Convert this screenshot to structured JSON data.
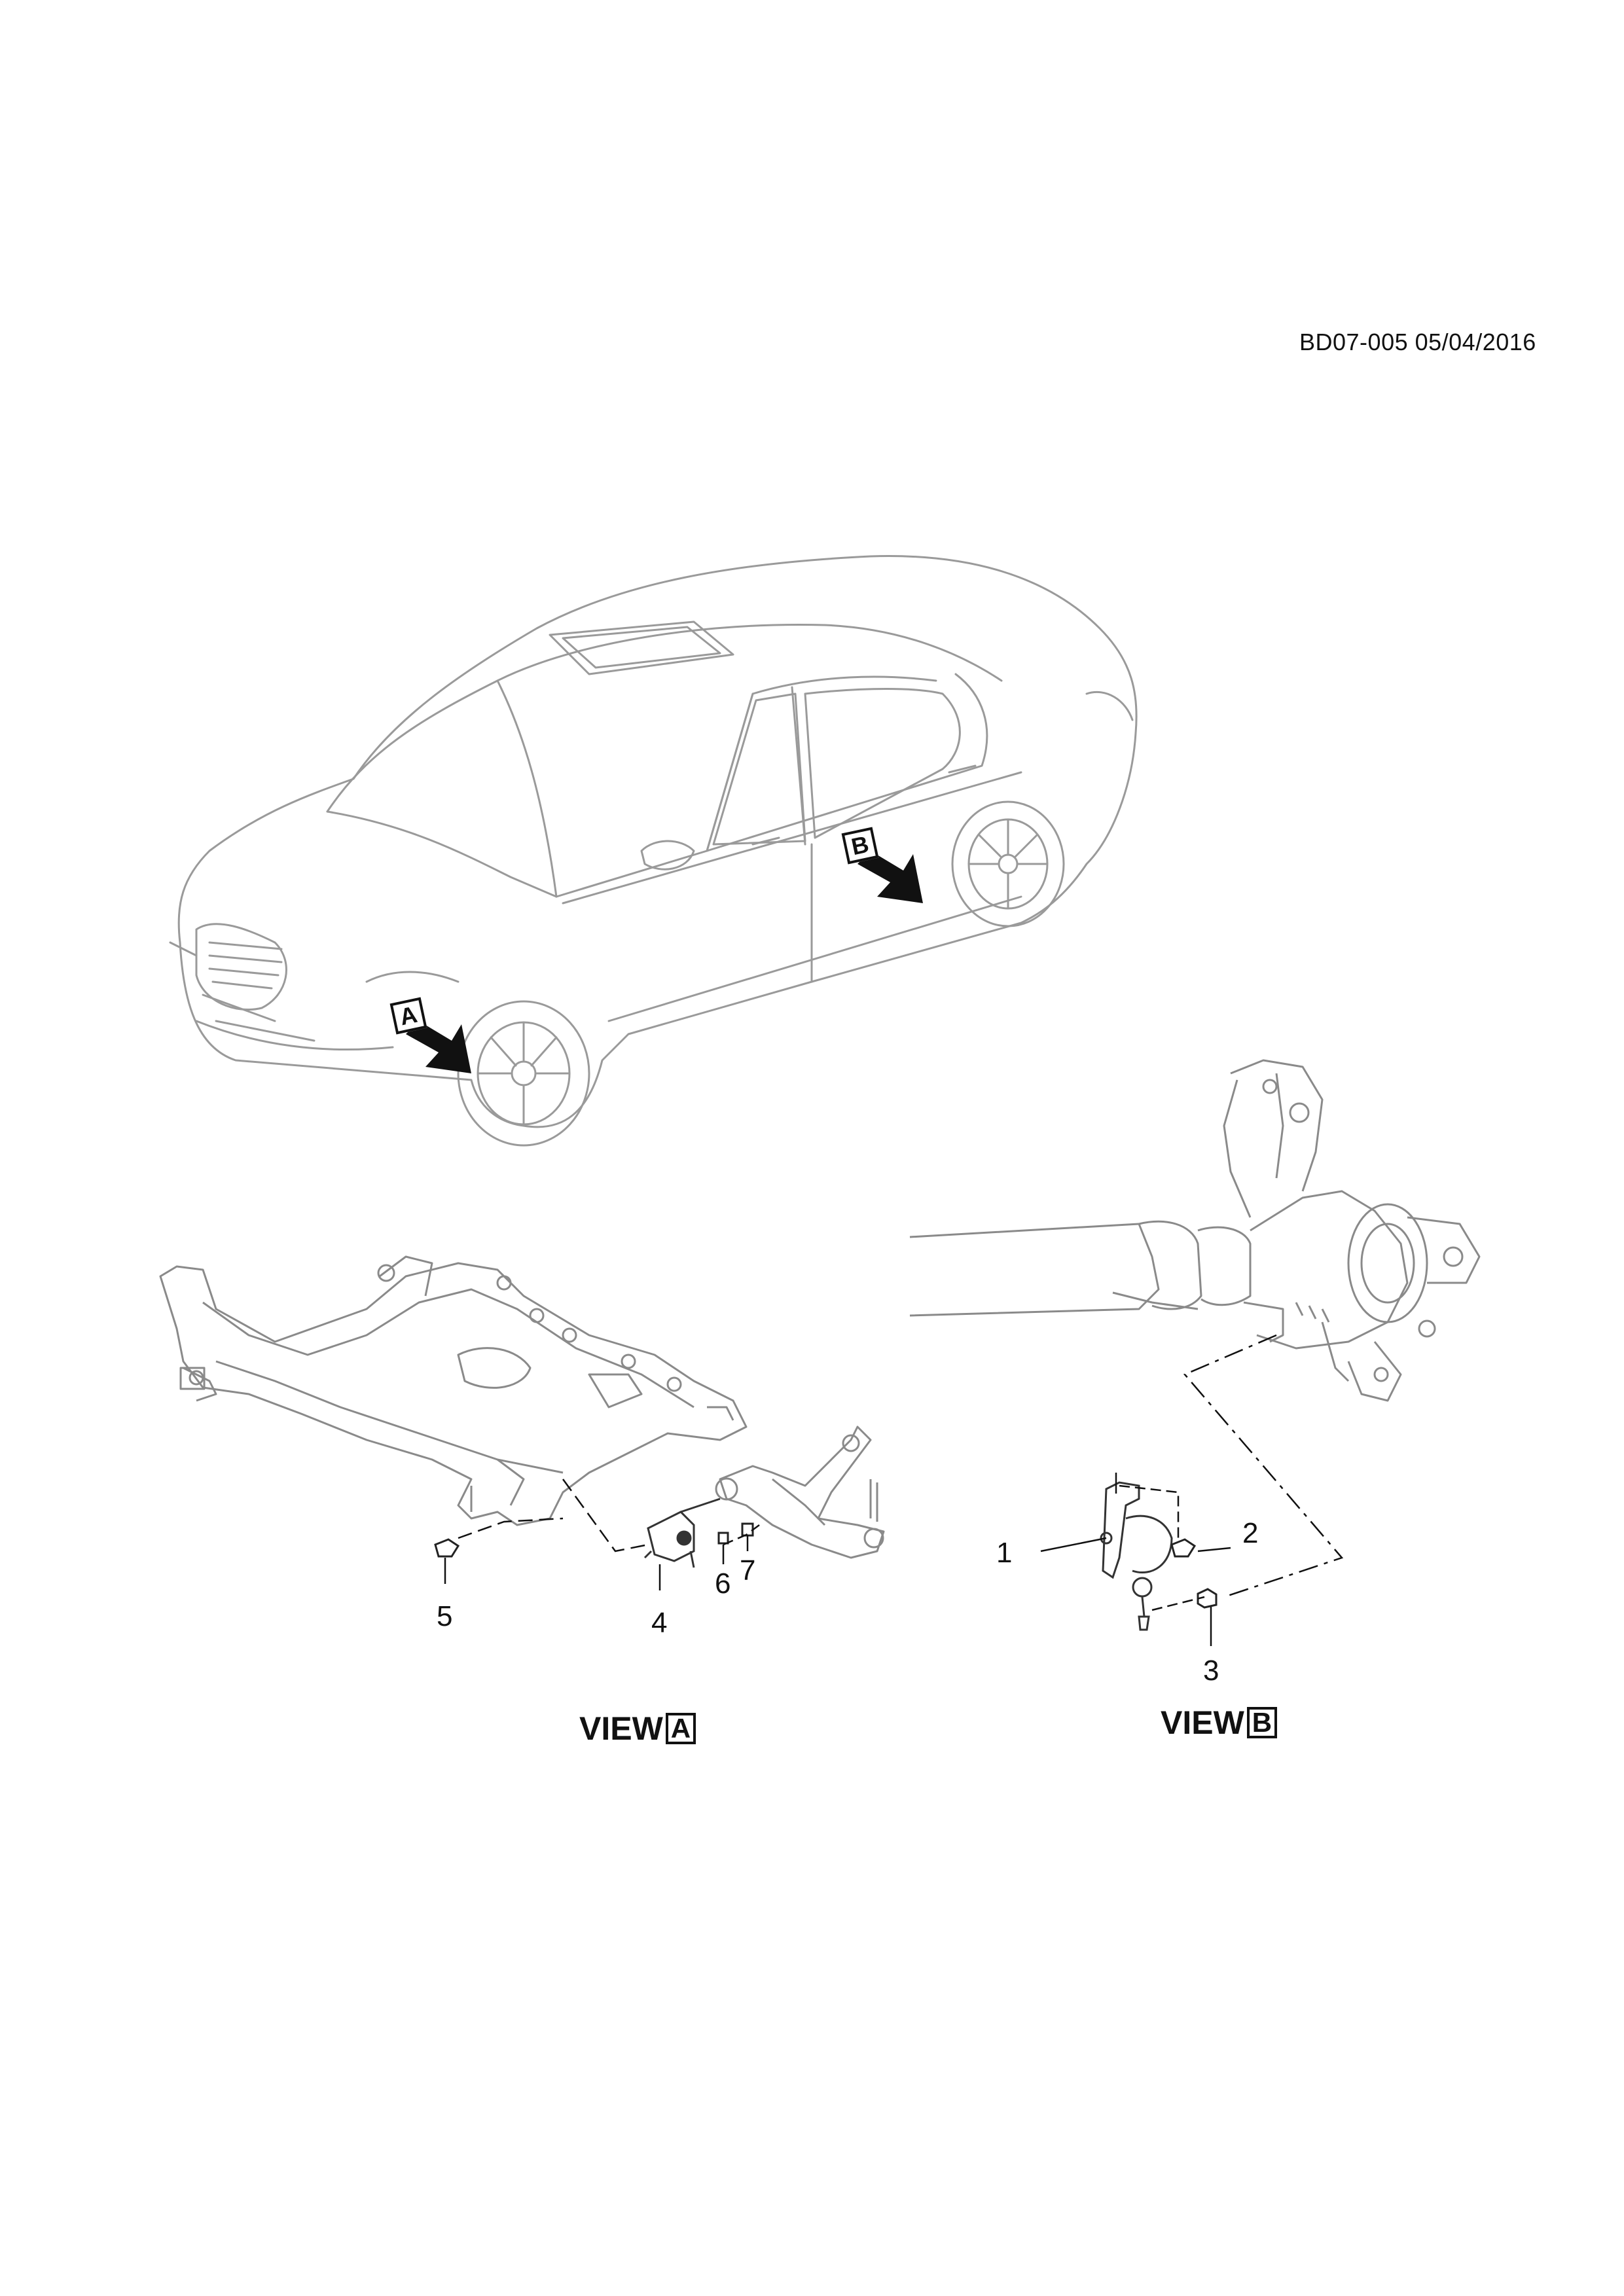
{
  "header": {
    "doc_id": "BD07-005 05/04/2016"
  },
  "car": {
    "tag_a": "A",
    "tag_b": "B"
  },
  "view_a": {
    "caption_prefix": "VIEW",
    "caption_tag": "A",
    "callouts": {
      "c5": "5",
      "c4": "4",
      "c6": "6",
      "c7": "7"
    }
  },
  "view_b": {
    "caption_prefix": "VIEW",
    "caption_tag": "B",
    "callouts": {
      "c1": "1",
      "c2": "2",
      "c3": "3"
    }
  }
}
